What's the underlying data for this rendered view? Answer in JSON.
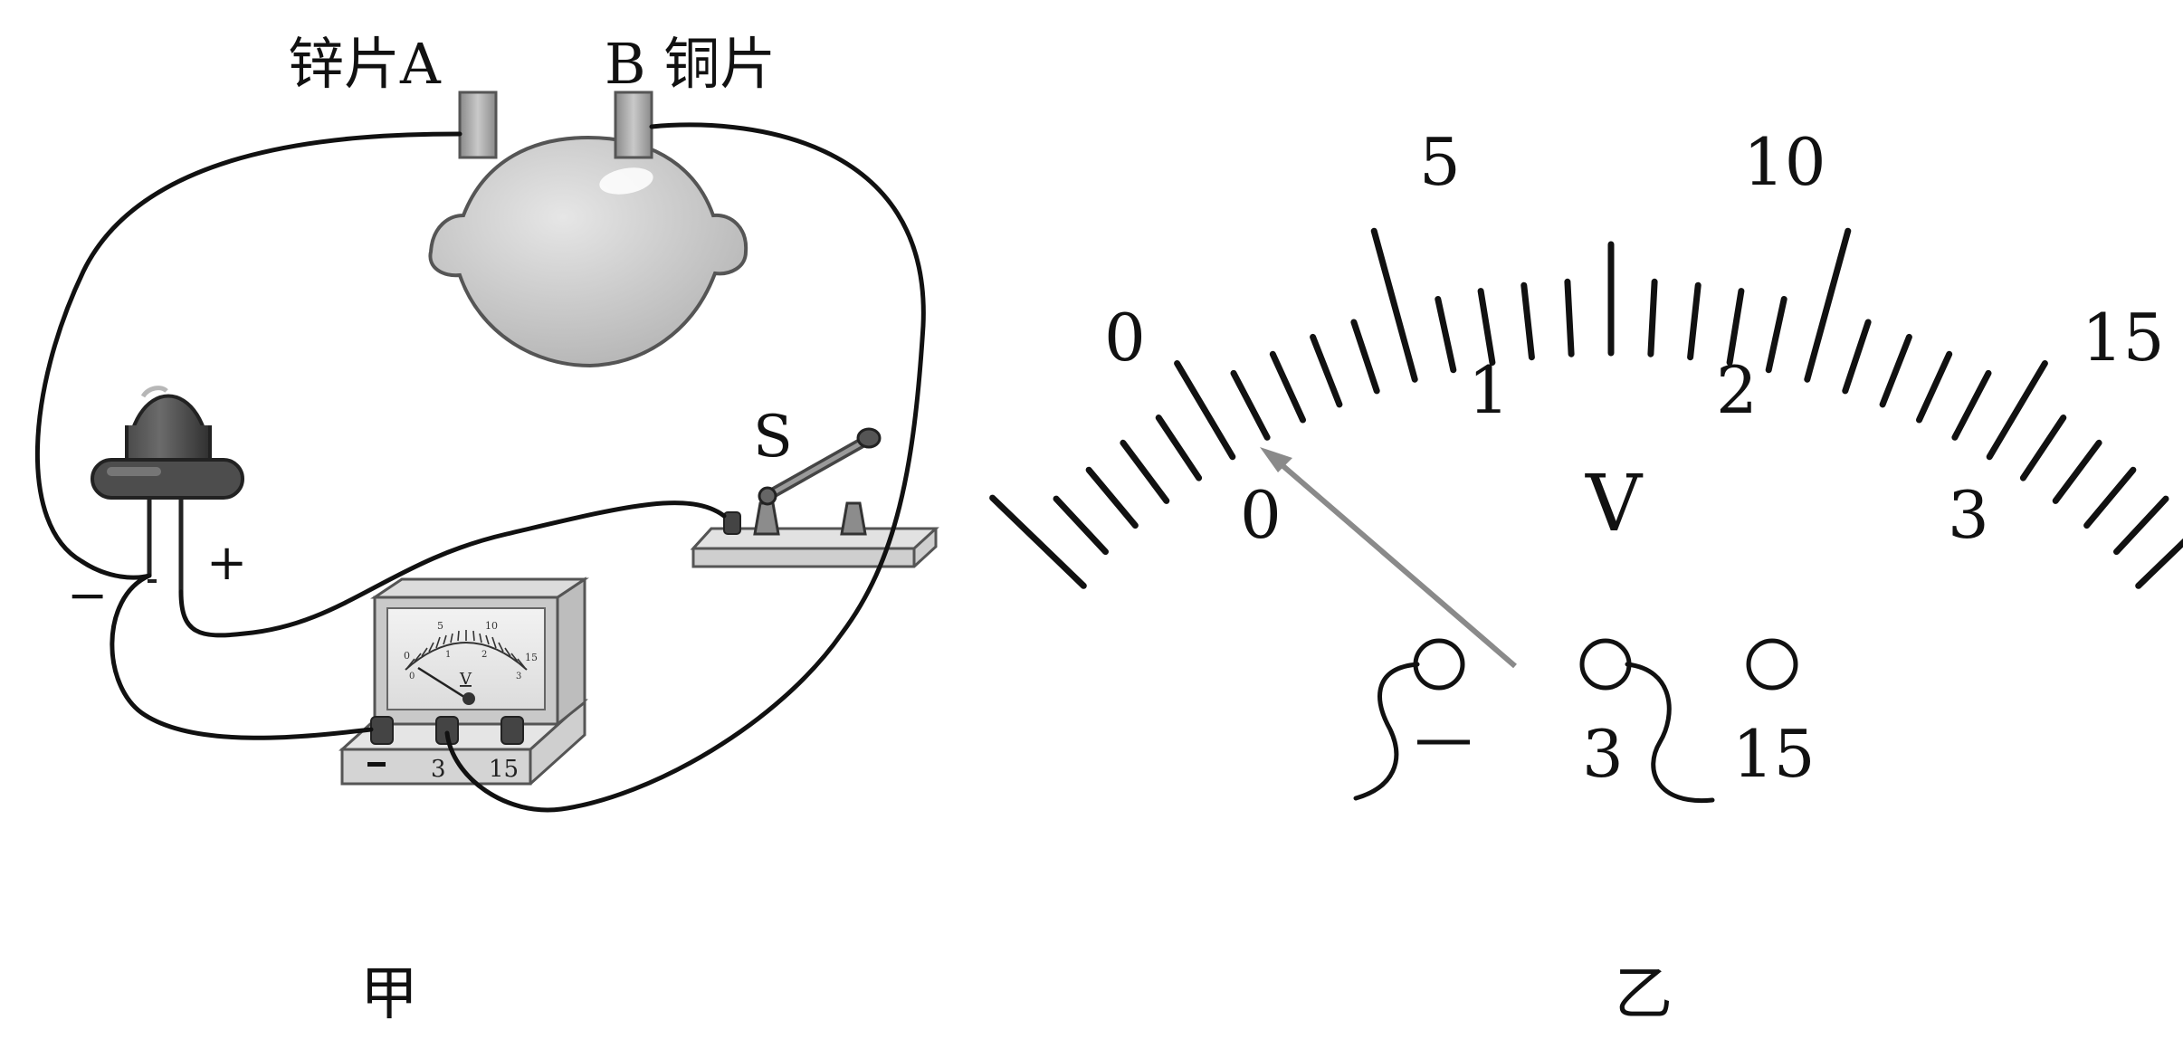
{
  "diagram": {
    "figure_a": {
      "caption": "甲",
      "zinc_label": "锌片A",
      "copper_label": "B 铜片",
      "switch_label": "S",
      "led_minus": "−",
      "led_plus": "+",
      "meter_unit": "V",
      "meter_terminals": [
        "−",
        "3",
        "15"
      ],
      "meter_small_upper": [
        "0",
        "5",
        "10",
        "15"
      ],
      "meter_small_lower": [
        "0",
        "1",
        "2",
        "3"
      ]
    },
    "figure_b": {
      "caption": "乙",
      "unit": "V",
      "upper_scale": [
        "0",
        "5",
        "10",
        "15"
      ],
      "lower_scale": [
        "0",
        "1",
        "2",
        "3"
      ],
      "terminals": [
        "−",
        "3",
        "15"
      ],
      "pointer_reading": 0,
      "pointer_note": "pointer deflects left, below the 0 mark"
    }
  }
}
